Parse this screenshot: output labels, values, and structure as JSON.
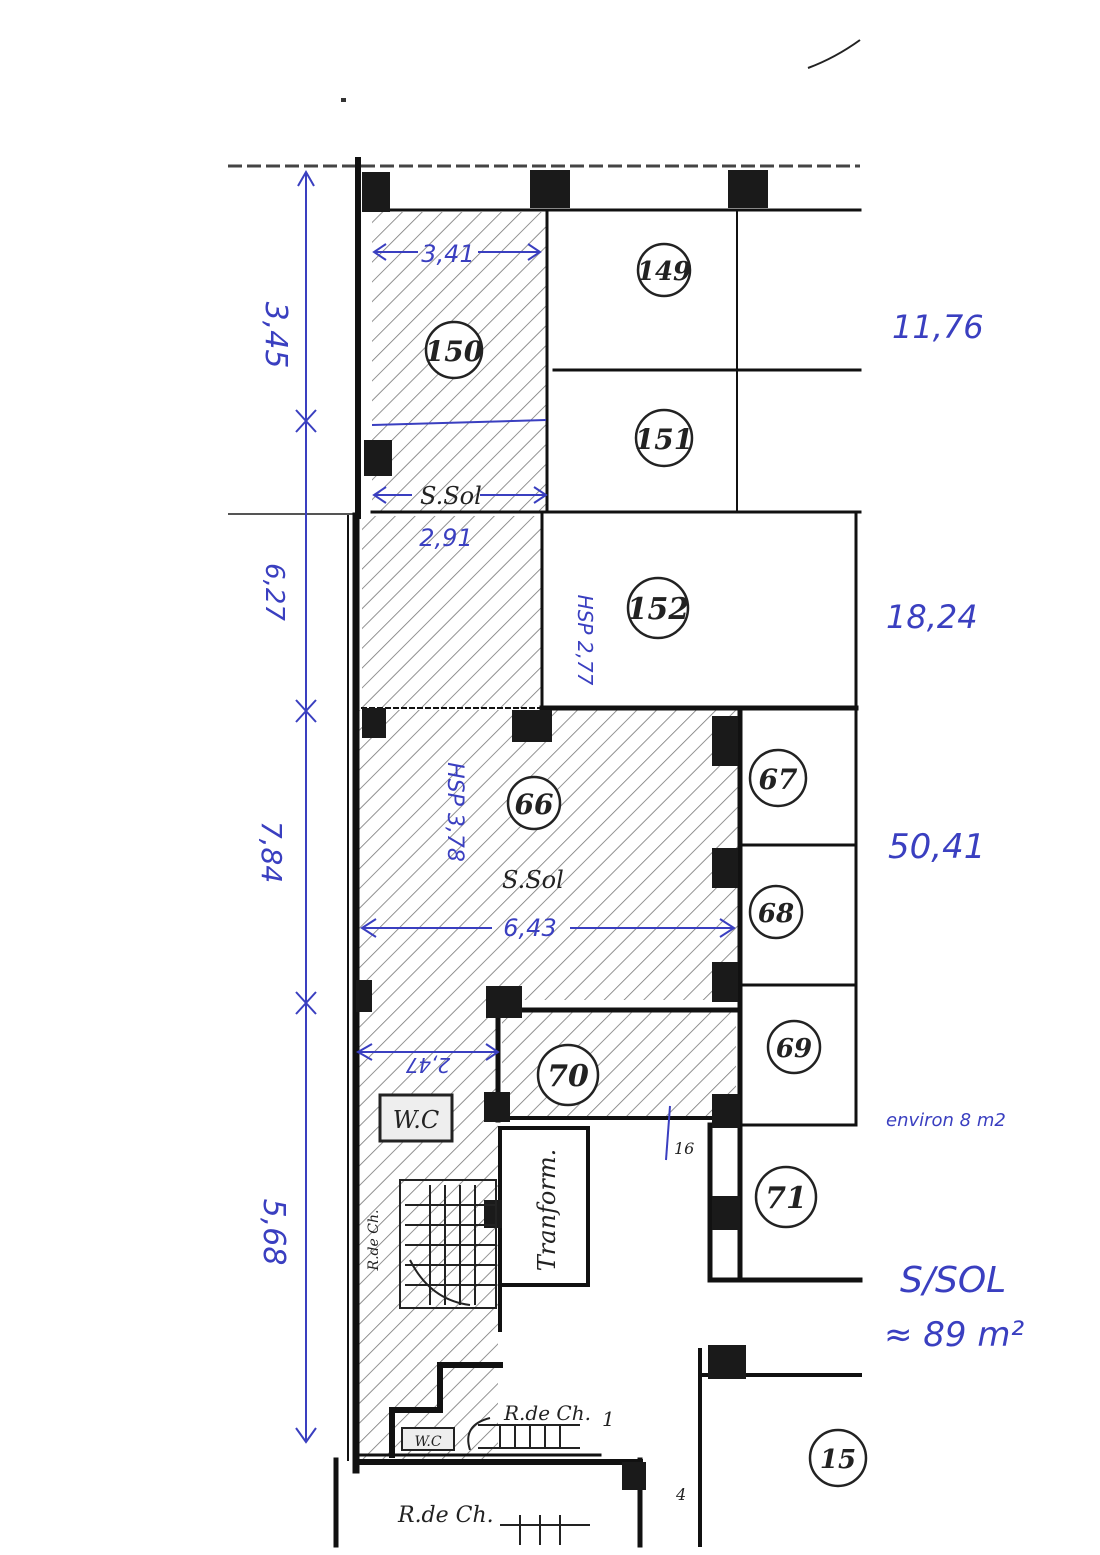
{
  "rooms": {
    "r149": "149",
    "r150": "150",
    "r151": "151",
    "r152": "152",
    "r66": "66",
    "r67": "67",
    "r68": "68",
    "r69": "69",
    "r70": "70",
    "r71": "71",
    "r15x": "15"
  },
  "plan_labels": {
    "s_sol_top": "S.Sol",
    "s_sol_mid": "S.Sol",
    "wc": "W.C",
    "wc_small": "W.C",
    "transform": "Tranform.",
    "r_de_ch_1": "R.de Ch.",
    "r_de_ch_2": "R.de Ch.",
    "r_de_ch_stair": "R.de Ch.",
    "small_1": "1",
    "small_16": "16",
    "small_4": "4"
  },
  "annotations": {
    "dim_341": "3,41",
    "dim_291": "2,91",
    "dim_643": "6,43",
    "dim_247": "2,47",
    "dim_hsp_277": "HSP 2,77",
    "dim_hsp_378": "HSP 3,78",
    "vert_345": "3,45",
    "vert_627": "6,27",
    "vert_784": "7,84",
    "vert_568": "5,68",
    "area_1176": "11,76",
    "area_1824": "18,24",
    "area_5041": "50,41",
    "area_env": "environ 8 m2",
    "total_title": "S/SOL",
    "total_value": "≈ 89 m²"
  },
  "colors": {
    "ink": "#222222",
    "annotation": "#3a3fc0",
    "hatch": "#6a6a6a"
  }
}
